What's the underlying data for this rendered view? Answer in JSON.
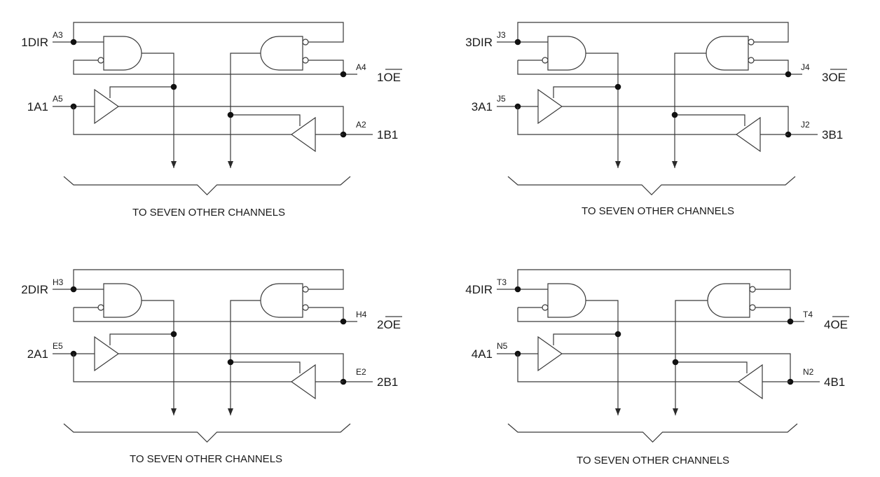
{
  "channels": [
    {
      "dir_label": "1DIR",
      "dir_pin": "A3",
      "oe_label": "1OE",
      "oe_pin": "A4",
      "a_label": "1A1",
      "a_pin": "A5",
      "b_label": "1B1",
      "b_pin": "A2",
      "caption": "TO SEVEN OTHER CHANNELS"
    },
    {
      "dir_label": "3DIR",
      "dir_pin": "J3",
      "oe_label": "3OE",
      "oe_pin": "J4",
      "a_label": "3A1",
      "a_pin": "J5",
      "b_label": "3B1",
      "b_pin": "J2",
      "caption": "TO SEVEN OTHER CHANNELS"
    },
    {
      "dir_label": "2DIR",
      "dir_pin": "H3",
      "oe_label": "2OE",
      "oe_pin": "H4",
      "a_label": "2A1",
      "a_pin": "E5",
      "b_label": "2B1",
      "b_pin": "E2",
      "caption": "TO SEVEN OTHER CHANNELS"
    },
    {
      "dir_label": "4DIR",
      "dir_pin": "T3",
      "oe_label": "4OE",
      "oe_pin": "T4",
      "a_label": "4A1",
      "a_pin": "N5",
      "b_label": "4B1",
      "b_pin": "N2",
      "caption": "TO SEVEN OTHER CHANNELS"
    }
  ]
}
